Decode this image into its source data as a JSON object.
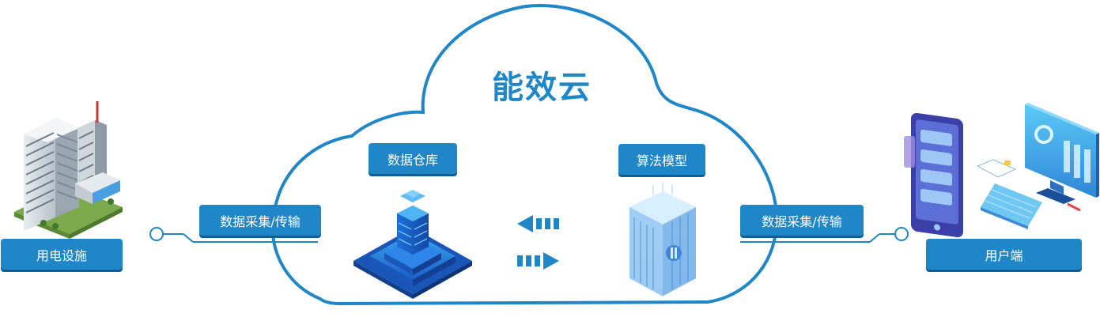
{
  "cloud": {
    "title": "能效云"
  },
  "nodes": {
    "left": {
      "label": "用电设施",
      "icon": "office-building-icon"
    },
    "right": {
      "label": "用户端",
      "icon": "phone-and-monitor-icon"
    }
  },
  "links": {
    "left_label": "数据采集/传输",
    "right_label": "数据采集/传输"
  },
  "inner": {
    "warehouse": {
      "label": "数据仓库",
      "icon": "data-warehouse-icon"
    },
    "model": {
      "label": "算法模型",
      "icon": "algorithm-model-icon"
    },
    "arrows": [
      "arrow-left-icon",
      "arrow-right-icon"
    ]
  },
  "colors": {
    "accent": "#1f86c7",
    "accent_dark": "#0f5f94",
    "cloud_stroke": "#1f86c7",
    "light_blue": "#55c4f2"
  }
}
